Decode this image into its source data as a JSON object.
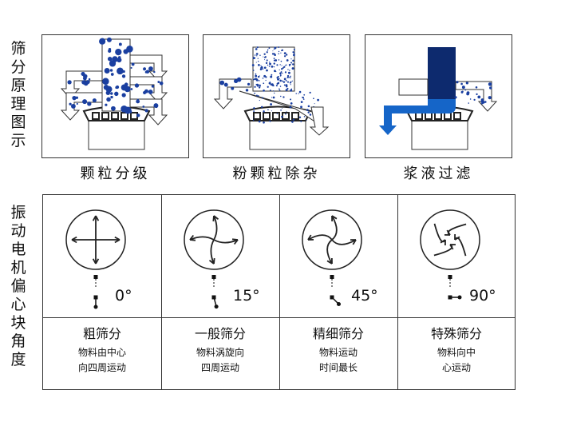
{
  "section1": {
    "label": "筛分原理图示",
    "panels": [
      {
        "caption": "颗粒分级"
      },
      {
        "caption": "粉颗粒除杂"
      },
      {
        "caption": "浆液过滤"
      }
    ]
  },
  "section2": {
    "label": "振动电机偏心块角度",
    "columns": [
      {
        "angle": "0°",
        "title": "粗筛分",
        "desc1": "物料由中心",
        "desc2": "向四周运动"
      },
      {
        "angle": "15°",
        "title": "一般筛分",
        "desc1": "物料涡旋向",
        "desc2": "四周运动"
      },
      {
        "angle": "45°",
        "title": "精细筛分",
        "desc1": "物料运动",
        "desc2": "时间最长"
      },
      {
        "angle": "90°",
        "title": "特殊筛分",
        "desc1": "物料向中",
        "desc2": "心运动"
      }
    ]
  },
  "colors": {
    "particle": "#1a3fa0",
    "liquid": "#1565c8",
    "line": "#333333"
  }
}
